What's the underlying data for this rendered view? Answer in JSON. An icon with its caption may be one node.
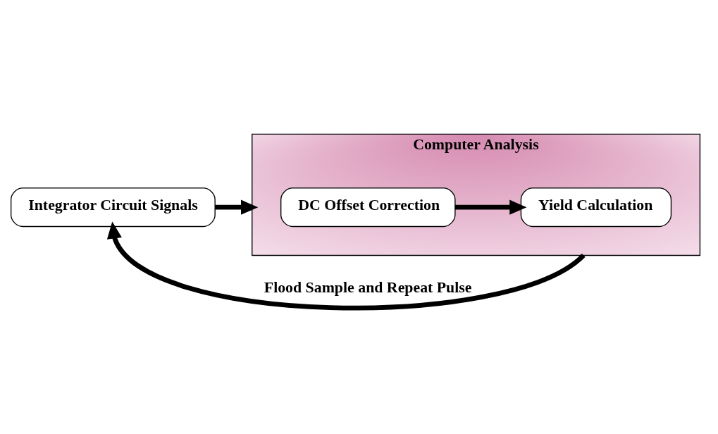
{
  "diagram": {
    "nodes": [
      {
        "text": [
          "Integrator Circuit Signals"
        ]
      },
      {
        "text": [
          "Computer Analysis"
        ]
      },
      {
        "text": [
          "DC Offset Correction"
        ],
        "in": 1
      },
      {
        "text": [
          "Yield Calculation"
        ],
        "in": 1
      }
    ],
    "edges": [
      {
        "from": 0,
        "to": 1,
        "arrow": "to"
      },
      {
        "from": 2,
        "to": 3,
        "arrow": "to"
      },
      {
        "from": 1,
        "to": 0,
        "arrow": "to",
        "label": "Flood Sample and Repeat Pulse"
      }
    ]
  }
}
